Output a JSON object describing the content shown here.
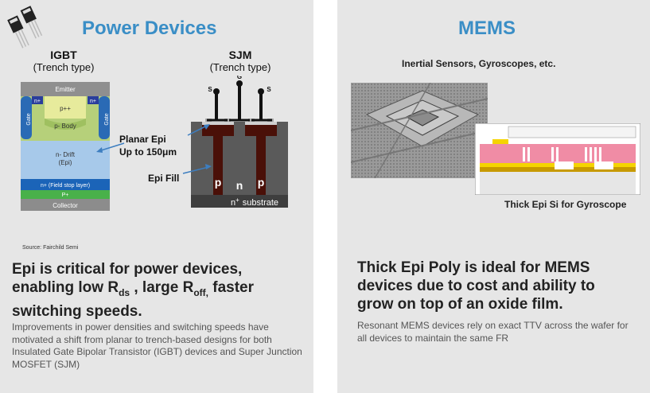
{
  "left": {
    "title": "Power Devices",
    "igbt": {
      "name": "IGBT",
      "type": "(Trench type)"
    },
    "sjm": {
      "name": "SJM",
      "type": "(Trench type)"
    },
    "igbt_diagram": {
      "emitter": "Emitter",
      "gate": "Gate",
      "n_plus": "n+",
      "p_plus_plus": "p++",
      "p_body": "p- Body",
      "n_drift": "n- Drift",
      "epi": "(Epi)",
      "field_stop": "n+ (Field stop layer)",
      "p_plus": "P+",
      "collector": "Collector"
    },
    "sjm_diagram": {
      "s1": "S",
      "g": "G",
      "s2": "S",
      "p1": "p",
      "n": "n",
      "p2": "p",
      "substrate_n": "n",
      "substrate_sup": "+",
      "substrate_text": "substrate"
    },
    "annotation_planar": "Planar Epi",
    "annotation_upto": "Up to 150μm",
    "annotation_fill": "Epi Fill",
    "source": "Source: Fairchild Semi",
    "heading_line1": "Epi is critical for power devices,",
    "heading_l2a": "enabling low R",
    "heading_l2_sub1": "ds",
    "heading_l2b": " , large R",
    "heading_l2_sub2": "off,",
    "heading_l2c": " faster",
    "heading_line3": "switching speeds.",
    "body": "Improvements in power densities and switching speeds have motivated a shift from planar to trench-based designs for both Insulated Gate Bipolar Transistor (IGBT) devices and Super Junction MOSFET (SJM)"
  },
  "right": {
    "title": "MEMS",
    "subtitle": "Inertial Sensors, Gyroscopes, etc.",
    "caption": "Thick Epi Si for Gyroscope",
    "heading": "Thick Epi Poly is ideal for MEMS devices due to cost and ability to grow on top of an oxide film.",
    "body": "Resonant MEMS devices rely on exact TTV across the wafer for all devices to maintain the same FR"
  },
  "colors": {
    "title": "#3a8ec6",
    "panel": "#e6e6e6",
    "drift": "#9fc4e8",
    "pbody": "#a9c96a",
    "sjm_dark": "#4a1008",
    "sjm_gray": "#5e5e5e"
  }
}
